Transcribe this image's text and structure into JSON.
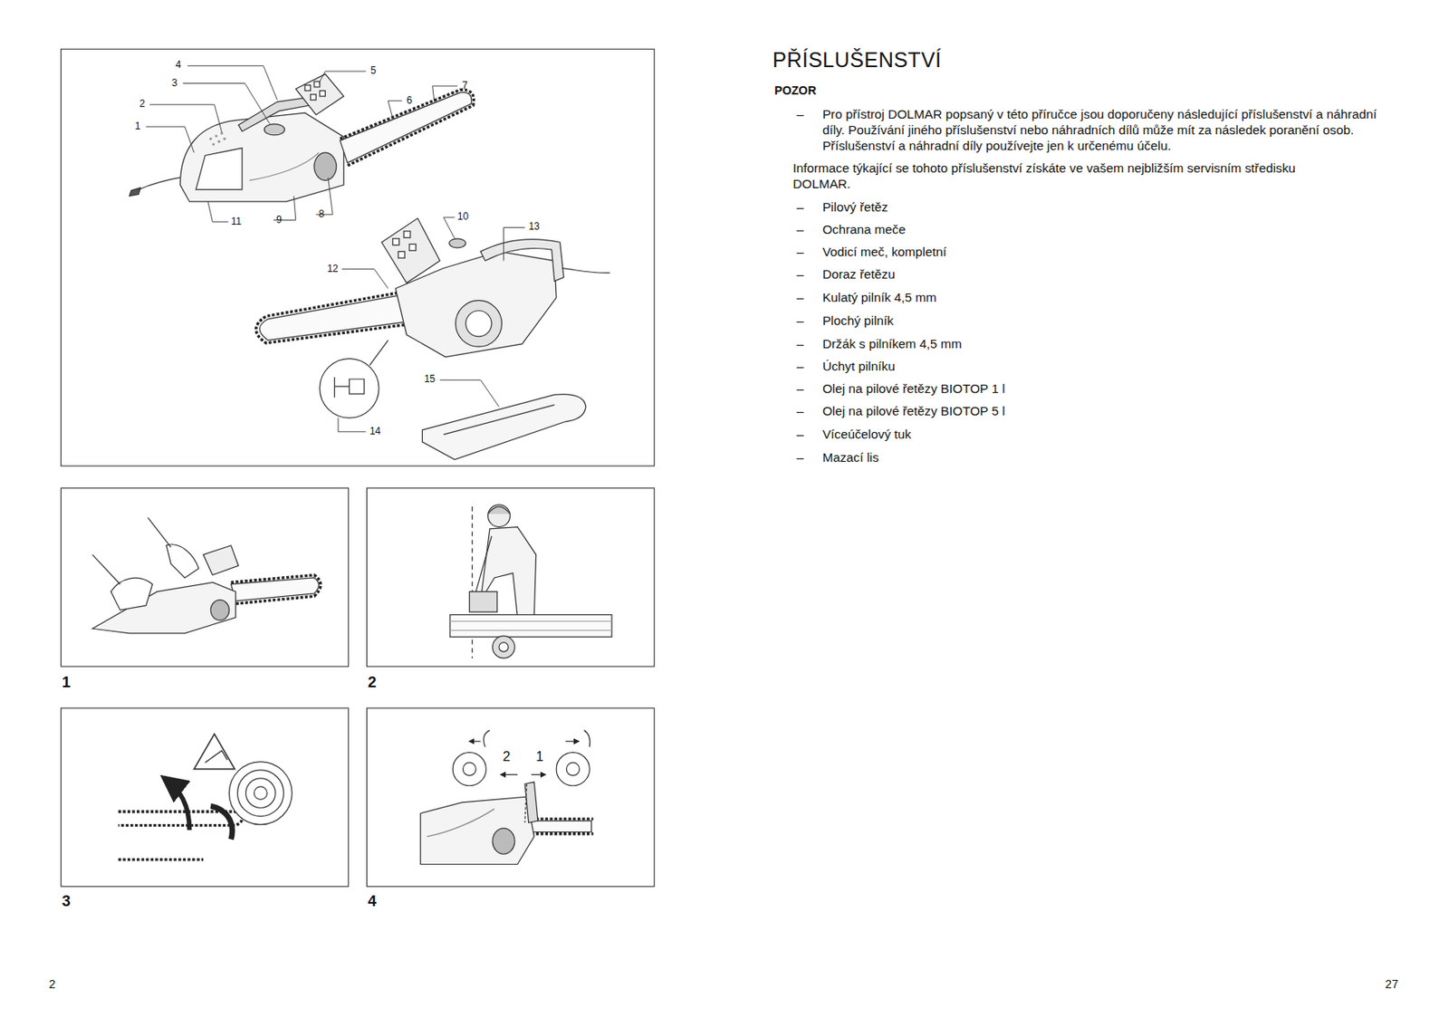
{
  "diagram": {
    "title": "PŘÍSLUŠENSTVÍ",
    "labels": [
      "4",
      "5",
      "3",
      "7",
      "6",
      "2",
      "1",
      "8",
      "11",
      "9",
      "10",
      "13",
      "12",
      "15",
      "14",
      "1",
      "2",
      "3",
      "4",
      "2",
      "1",
      "2",
      "27",
      "POZOR",
      "–",
      "Pro přístroj DOLMAR popsaný v této příručce jsou doporučeny následující příslušenství a náhradní díly. Používání jiného příslušenství nebo náhradních dílů může mít za následek poranění osob. Příslušenství a náhradní díly používejte jen k určenému účelu.",
      "Informace týkající se tohoto příslušenství získáte ve vašem nejbližším servisním středisku DOLMAR.",
      "–",
      "Pilový řetěz",
      "–",
      "Ochrana meče",
      "–",
      "Vodicí meč, kompletní",
      "–",
      "Doraz řetězu",
      "–",
      "Kulatý pilník 4,5 mm",
      "–",
      "Plochý pilník",
      "–",
      "Držák s pilníkem 4,5 mm",
      "–",
      "Úchyt pilníku",
      "–",
      "Olej na pilové řetězy BIOTOP 1 l",
      "–",
      "Olej na pilové řetězy BIOTOP 5 l",
      "–",
      "Víceúčelový tuk",
      "–",
      "Mazací lis"
    ]
  }
}
